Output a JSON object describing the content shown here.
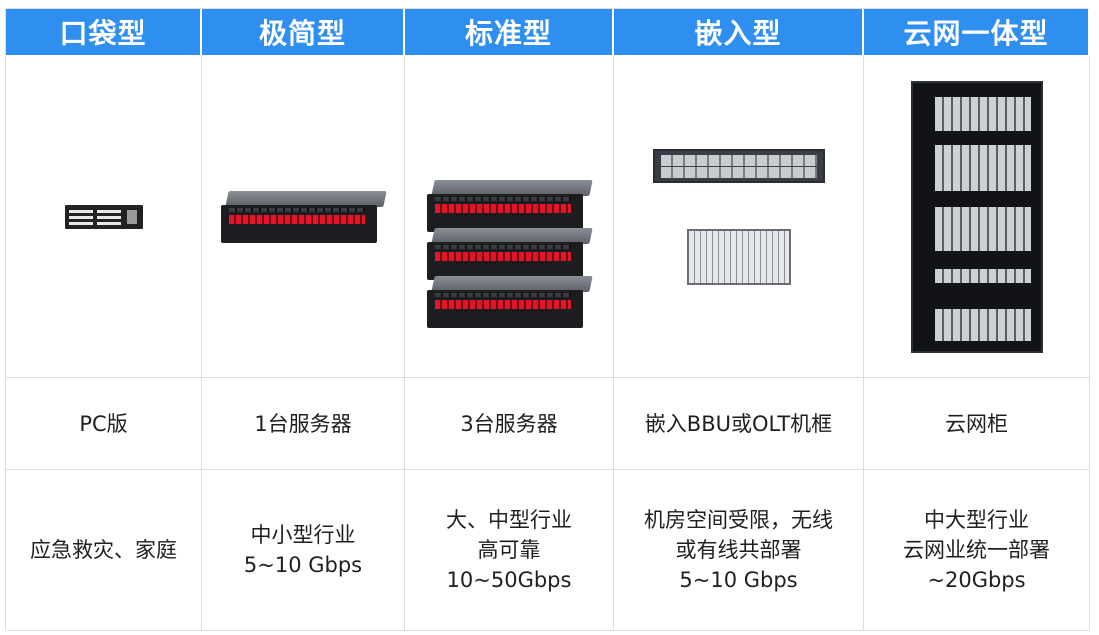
{
  "headers": [
    "口袋型",
    "极简型",
    "标准型",
    "嵌入型",
    "云网一体型"
  ],
  "hardware": [
    "PC版",
    "1台服务器",
    "3台服务器",
    "嵌入BBU或OLT机框",
    "云网柜"
  ],
  "scenarios": [
    [
      "应急救灾、家庭"
    ],
    [
      "中小型行业",
      "5~10 Gbps"
    ],
    [
      "大、中型行业",
      "高可靠",
      "10~50Gbps"
    ],
    [
      "机房空间受限，无线",
      "或有线共部署",
      "5~10 Gbps"
    ],
    [
      "中大型行业",
      "云网业统一部署",
      "~20Gbps"
    ]
  ],
  "colors": {
    "header_bg": "#2f8ff0",
    "header_text": "#ffffff",
    "border": "#d9dee6"
  },
  "icons": [
    "pc-device-icon",
    "single-server-icon",
    "three-server-stack-icon",
    "bbu-olt-chassis-icon",
    "cloud-network-cabinet-icon"
  ]
}
